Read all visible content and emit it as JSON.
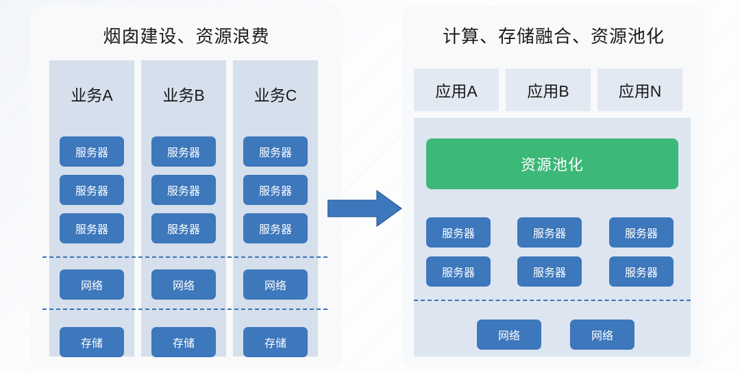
{
  "colors": {
    "chip_blue": "#3d77bc",
    "pool_green": "#3cb878",
    "column_bg": "#d6dfec",
    "app_box_bg": "#e3e9f2",
    "pool_container_bg": "#dde5f0",
    "card_bg": "#f8f9fb",
    "dash_blue": "#3a72b8",
    "page_bg": "#fdfdfe",
    "title_text": "#1b1b1b",
    "chip_text": "#ffffff"
  },
  "left_panel": {
    "title": "烟囱建设、资源浪费",
    "columns": [
      {
        "label": "业务A",
        "chips": [
          "服务器",
          "服务器",
          "服务器",
          "网络",
          "存储"
        ]
      },
      {
        "label": "业务B",
        "chips": [
          "服务器",
          "服务器",
          "服务器",
          "网络",
          "存储"
        ]
      },
      {
        "label": "业务C",
        "chips": [
          "服务器",
          "服务器",
          "服务器",
          "网络",
          "存储"
        ]
      }
    ],
    "separators": 2
  },
  "arrow": {
    "icon": "arrow-right-icon",
    "direction": "right",
    "color": "#3d77bc"
  },
  "right_panel": {
    "title": "计算、存储融合、资源池化",
    "apps": [
      "应用A",
      "应用B",
      "应用N"
    ],
    "pool_bar": {
      "label": "资源池化"
    },
    "servers": [
      [
        "服务器",
        "服务器",
        "服务器"
      ],
      [
        "服务器",
        "服务器",
        "服务器"
      ]
    ],
    "networks": [
      "网络",
      "网络"
    ],
    "separators": 1
  }
}
